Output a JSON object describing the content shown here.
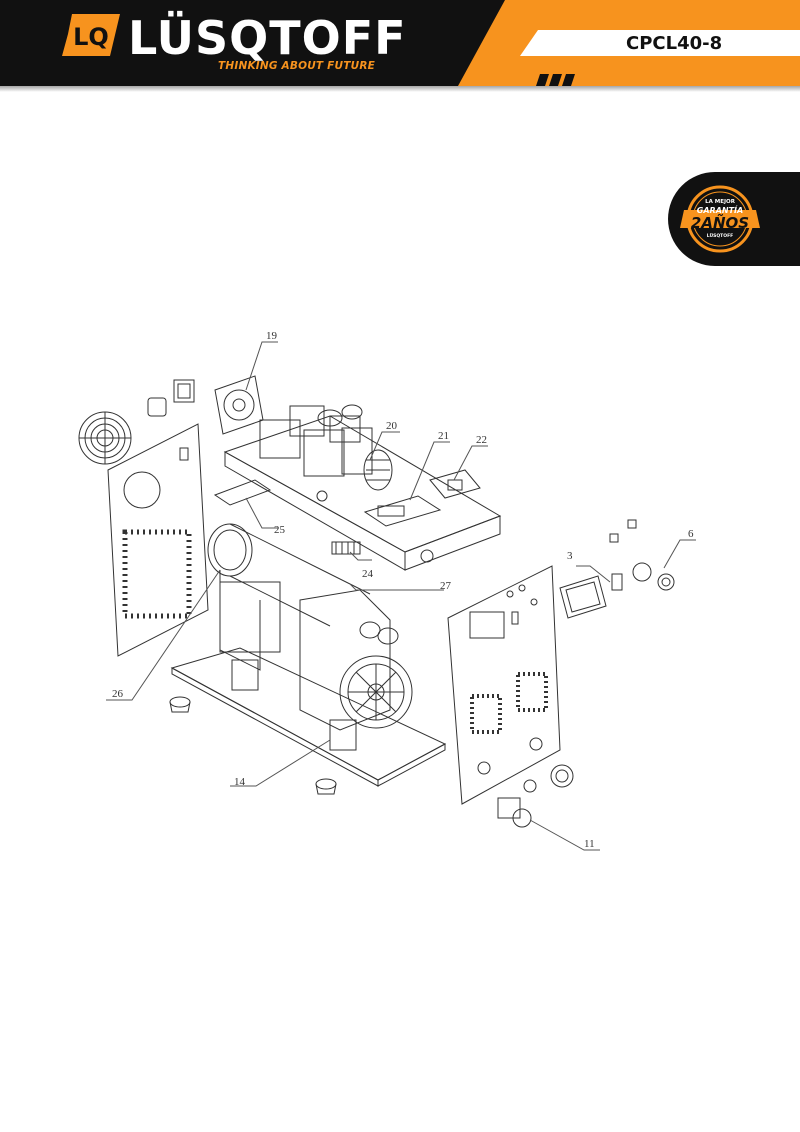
{
  "header": {
    "brand_name": "LÜSQTOFF",
    "logo_letters": "LQ",
    "tagline": "THINKING ABOUT FUTURE",
    "model_code": "CPCL40-8"
  },
  "badge": {
    "line1": "LA MEJOR",
    "line2": "GARANTÍA",
    "line3": "2AÑOS",
    "line4": "LÜSQTOFF"
  },
  "diagram": {
    "callouts": [
      "19",
      "20",
      "21",
      "22",
      "25",
      "24",
      "27",
      "3",
      "6",
      "26",
      "14",
      "11"
    ]
  },
  "colors": {
    "orange": "#f7931e",
    "black": "#111111",
    "white": "#ffffff",
    "line": "#333333"
  }
}
